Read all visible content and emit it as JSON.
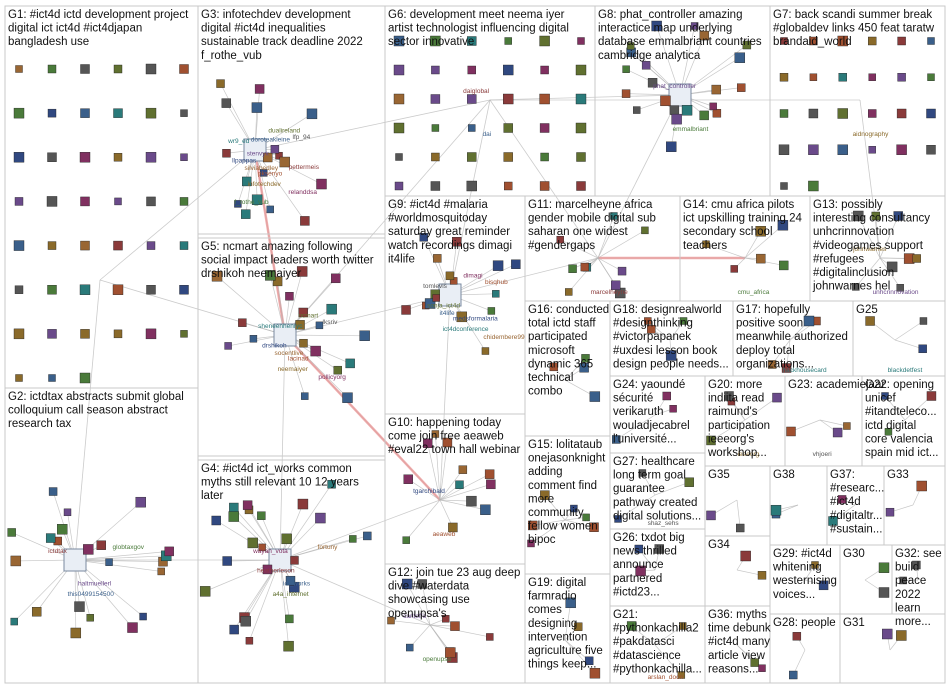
{
  "colors": {
    "box": "#c9c9c9",
    "edge": "#b5b5b5",
    "edge_strong": "#e88b8b",
    "label": "#1a1a1a"
  },
  "groups": [
    {
      "id": "G1",
      "lines": [
        "G1: #ict4d ictd development project",
        "digital ict ict4d #ict4djapan",
        "bangladesh use"
      ]
    },
    {
      "id": "G2",
      "lines": [
        "G2: ictdtax abstracts submit global",
        "colloquium call season abstract",
        "research tax"
      ]
    },
    {
      "id": "G3",
      "lines": [
        "G3: infotechdev development",
        "digital #ict4d inequalities",
        "sustainable track deadline 2022",
        "f_rothe_vub"
      ]
    },
    {
      "id": "G4",
      "lines": [
        "G4: #ict4d ict_works common",
        "myths still relevant 10 12 years",
        "later"
      ]
    },
    {
      "id": "G5",
      "lines": [
        "G5: ncmart amazing following",
        "social impact leaders worth twitter",
        "drshikoh neemaiyer"
      ]
    },
    {
      "id": "G6",
      "lines": [
        "G6: development meet neema iyer",
        "artist technologist influencing digital",
        "sector innovative"
      ]
    },
    {
      "id": "G7",
      "lines": [
        "G7: back scandi summer break",
        "#globaldev links 450 feat taratw",
        "brandaid_world"
      ]
    },
    {
      "id": "G8",
      "lines": [
        "G8: phat_controller amazing",
        "interactice map underlying",
        "database emmalbriant countries",
        "cambridge analytica"
      ]
    },
    {
      "id": "G9",
      "lines": [
        "G9: #ict4d #malaria",
        "#worldmosquitoday",
        "saturday great reminder",
        "watch recordings dimagi",
        "it4life"
      ]
    },
    {
      "id": "G10",
      "lines": [
        "G10: happening today",
        "come join free aeaweb",
        "#eval22 town hall webinar"
      ]
    },
    {
      "id": "G11",
      "lines": [
        "G11: marcelheyne africa",
        "gender mobile digital sub",
        "saharan one widest",
        "#gendergaps"
      ]
    },
    {
      "id": "G12",
      "lines": [
        "G12: join tue 23 aug deep",
        "dive #waterdata",
        "showcasing use",
        "openupsa's"
      ]
    },
    {
      "id": "G13",
      "lines": [
        "G13: possibly",
        "interesting consultancy",
        "unhcrinnovation",
        "#videogames support",
        "#refugees",
        "#digitalinclusion",
        "johnwarnes hel"
      ]
    },
    {
      "id": "G14",
      "lines": [
        "G14: cmu africa pilots",
        "ict upskilling training 24",
        "secondary school",
        "teachers"
      ]
    },
    {
      "id": "G15",
      "lines": [
        "G15: lolitataub",
        "onejasonknight",
        "adding",
        "comment find",
        "more",
        "community",
        "fellow women",
        "bipoc"
      ]
    },
    {
      "id": "G16",
      "lines": [
        "G16: conducted",
        "total ictd staff",
        "participated",
        "microsoft",
        "dynamic 365",
        "technical",
        "combo"
      ]
    },
    {
      "id": "G17",
      "lines": [
        "G17: hopefully",
        "positive soon",
        "meanwhile authorized",
        "deploy total",
        "organizations..."
      ]
    },
    {
      "id": "G18",
      "lines": [
        "G18: designrealworld",
        "#designthinking",
        "#victorpapanek",
        "#uxdesi lesson book",
        "design people needs..."
      ]
    },
    {
      "id": "G19",
      "lines": [
        "G19: digital",
        "farmradio",
        "comes",
        "designing",
        "intervention",
        "agriculture five",
        "things keep..."
      ]
    },
    {
      "id": "G20",
      "lines": [
        "G20: more",
        "indiita read",
        "raimund's",
        "participation",
        "ieeeorg's",
        "workshop..."
      ]
    },
    {
      "id": "G21",
      "lines": [
        "G21:",
        "#pythonkachilla2",
        "#pakdatasci",
        "#datascience",
        "#pythonkachilla..."
      ]
    },
    {
      "id": "G22",
      "lines": [
        "G22: opening",
        "unicef",
        "#itandtelecо...",
        "ictd digital",
        "core valencia",
        "spain mid ict..."
      ]
    },
    {
      "id": "G23",
      "lines": [
        "G23: academiejaar"
      ]
    },
    {
      "id": "G24",
      "lines": [
        "G24: yaoundé",
        "sécurité",
        "verikaruth",
        "wouladjecabrel",
        "l'université..."
      ]
    },
    {
      "id": "G25",
      "lines": [
        "G25"
      ]
    },
    {
      "id": "G26",
      "lines": [
        "G26: txdot big",
        "news thrilled",
        "announce",
        "partnered",
        "#ictd23..."
      ]
    },
    {
      "id": "G27",
      "lines": [
        "G27: healthcare",
        "long term goal",
        "guarantee",
        "pathway created",
        "digital solutions..."
      ]
    },
    {
      "id": "G28",
      "lines": [
        "G28: people"
      ]
    },
    {
      "id": "G29",
      "lines": [
        "G29: #ict4d",
        "whitening",
        "westernising",
        "voices..."
      ]
    },
    {
      "id": "G30",
      "lines": [
        "G30"
      ]
    },
    {
      "id": "G31",
      "lines": [
        "G31"
      ]
    },
    {
      "id": "G32",
      "lines": [
        "G32: see",
        "build",
        "peace",
        "2022",
        "learn",
        "more..."
      ]
    },
    {
      "id": "G33",
      "lines": [
        "G33"
      ]
    },
    {
      "id": "G34",
      "lines": [
        "G34"
      ]
    },
    {
      "id": "G35",
      "lines": [
        "G35"
      ]
    },
    {
      "id": "G36",
      "lines": [
        "G36: myths",
        "time debunk",
        "#ict4d many",
        "article view",
        "reasons..."
      ]
    },
    {
      "id": "G37",
      "lines": [
        "G37:",
        "#researc...",
        "#ict4d",
        "#digitaltr...",
        "#sustain..."
      ]
    },
    {
      "id": "G38",
      "lines": [
        "G38"
      ]
    }
  ],
  "vertex_labels": [
    "this0499154500",
    "ictdtax",
    "globtaxgov",
    "haltmuellerl",
    "infotechdev",
    "wr9_ed",
    "lfp_94",
    "pksenyo",
    "llpappas",
    "dualireland",
    "relanddsa",
    "silviahedley",
    "doroteakleine",
    "pettermeis",
    "f_rothe_vub",
    "stenvyk",
    "neemaiyer",
    "sheneenhenryc",
    "lksriv",
    "lacinad",
    "drshikoh",
    "ncmart",
    "pollicyorg",
    "socentlive",
    "dai",
    "daiglobal",
    "emmalbriant",
    "phat_controller",
    "aidnography",
    "ict4dconference",
    "tomlevis",
    "bisqhub",
    "medsformalaria",
    "sonja_ict4d",
    "dimagi",
    "chidembere99",
    "it4life",
    "marcelheyne",
    "cmu_africa",
    "unhcrinnovation",
    "johnwarnes",
    "blackdetfest",
    "vhjoeri",
    "aeaweb",
    "tgarchibald",
    "a4a_internet",
    "wayan_vota",
    "fortuny",
    "ict_works",
    "heatherleson",
    "openupsa",
    "carlteffo",
    "ieeeorg",
    "hackhousecard",
    "shaz_sehs",
    "arslan_doon"
  ]
}
